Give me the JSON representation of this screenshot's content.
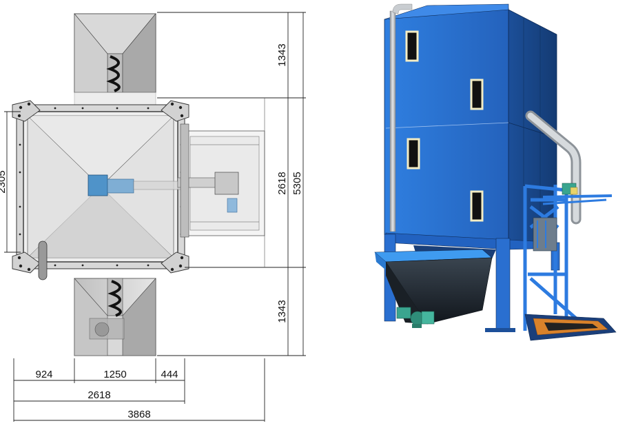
{
  "drawing": {
    "dimensions": {
      "left_width": "2305",
      "top_hopper": "1343",
      "middle": "2618",
      "total_height": "5305",
      "bottom_hopper": "1343",
      "seg_left": "924",
      "seg_mid": "1250",
      "seg_right": "444",
      "total_2618": "2618",
      "total_3868": "3868"
    },
    "colors": {
      "silo_blue": "#2a6fc9",
      "silo_dark": "#1c4f99",
      "frame_blue": "#2d7be0",
      "motor_teal": "#3aa58f",
      "hopper_dark": "#222a33",
      "pipe_grey": "#b9bec4",
      "tray_orange": "#d9822b"
    }
  }
}
